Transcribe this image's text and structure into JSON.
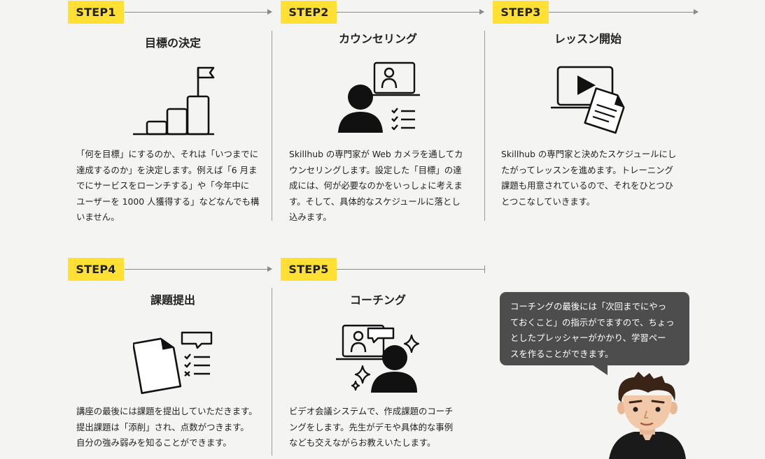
{
  "steps": [
    {
      "badge": "STEP1",
      "title": "目標の決定",
      "icon": "bar-chart-flag-icon",
      "lines": [
        "「何を目標」にするのか、それは「いつまでに",
        "達成するのか」を決定します。例えば「6 月ま",
        "でにサービスをローンチする」や「今年中に",
        "ユーザーを 1000 人獲得する」などなんでも構",
        "いません。"
      ]
    },
    {
      "badge": "STEP2",
      "title": "カウンセリング",
      "icon": "video-counseling-icon",
      "lines": [
        "Skillhub の専門家が Web カメラを通してカ",
        "ウンセリングします。設定した「目標」の達",
        "成には、何が必要なのかをいっしょに考えま",
        "す。そして、具体的なスケジュールに落とし",
        "込みます。"
      ]
    },
    {
      "badge": "STEP3",
      "title": "レッスン開始",
      "icon": "video-lesson-document-icon",
      "lines": [
        "Skillhub の専門家と決めたスケジュールにし",
        "たがってレッスンを進めます。トレーニング",
        "課題も用意されているので、それをひとつひ",
        "とつこなしていきます。"
      ]
    },
    {
      "badge": "STEP4",
      "title": "課題提出",
      "icon": "document-checklist-icon",
      "lines": [
        "講座の最後には課題を提出していただきます。",
        "提出課題は「添削」され、点数がつきます。",
        "自分の強み弱みを知ることができます。"
      ]
    },
    {
      "badge": "STEP5",
      "title": "コーチング",
      "icon": "video-coaching-icon",
      "lines": [
        "ビデオ会議システムで、作成課題のコーチ",
        "ングをします。先生がデモや具体的な事例",
        "なども交えながらお教えいたします。"
      ]
    }
  ],
  "bubble": {
    "lines": [
      "コーチングの最後には「次回までにやっ",
      "ておくこと」の指示がでますので、ちょっ",
      "としたプレッシャーがかかり、学習ペー",
      "スを作ることができます。"
    ]
  },
  "mascot_icon": "coach-character-icon",
  "colors": {
    "accent": "#ffe033",
    "bubble": "#4d4d4d",
    "background": "#f4f4f2",
    "line": "#8a8a8a"
  }
}
